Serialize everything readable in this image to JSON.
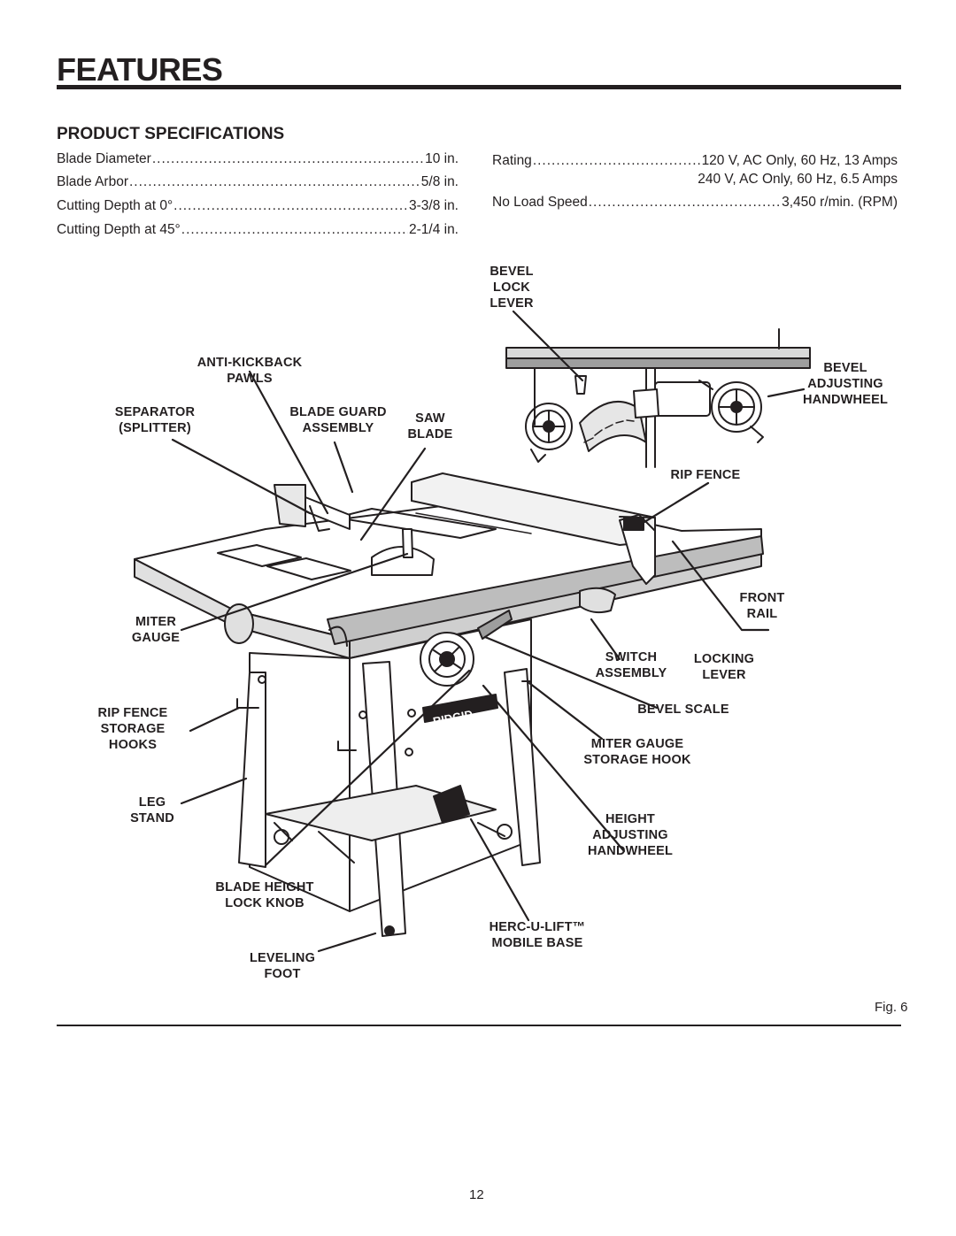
{
  "header": {
    "title": "FEATURES"
  },
  "specifications": {
    "heading": "PRODUCT SPECIFICATIONS",
    "left": [
      {
        "label": "Blade Diameter",
        "value": "10 in."
      },
      {
        "label": "Blade Arbor",
        "value": "5/8 in."
      },
      {
        "label": "Cutting Depth at 0°",
        "value": "3-3/8 in."
      },
      {
        "label": "Cutting Depth at 45°",
        "value": "2-1/4 in."
      }
    ],
    "right": [
      {
        "label": "Rating",
        "value": "120 V, AC Only, 60 Hz, 13 Amps",
        "extra": "240 V, AC Only, 60 Hz, 6.5 Amps"
      },
      {
        "label": "No Load Speed",
        "value": "3,450 r/min. (RPM)"
      }
    ]
  },
  "figure": {
    "label": "Fig. 6",
    "brand_logo": "RIDGID",
    "callouts": {
      "bevel_lock_lever": [
        "BEVEL",
        "LOCK",
        "LEVER"
      ],
      "anti_kickback_pawls": [
        "ANTI-KICKBACK",
        "PAWLS"
      ],
      "bevel_adjusting_handwheel": [
        "BEVEL",
        "ADJUSTING",
        "HANDWHEEL"
      ],
      "separator": [
        "SEPARATOR",
        "(SPLITTER)"
      ],
      "blade_guard_assembly": [
        "BLADE GUARD",
        "ASSEMBLY"
      ],
      "saw_blade": [
        "SAW",
        "BLADE"
      ],
      "rip_fence": [
        "RIP FENCE"
      ],
      "front_rail": [
        "FRONT",
        "RAIL"
      ],
      "miter_gauge": [
        "MITER",
        "GAUGE"
      ],
      "switch_assembly": [
        "SWITCH",
        "ASSEMBLY"
      ],
      "locking_lever": [
        "LOCKING",
        "LEVER"
      ],
      "rip_fence_storage_hooks": [
        "RIP FENCE",
        "STORAGE",
        "HOOKS"
      ],
      "bevel_scale": [
        "BEVEL SCALE"
      ],
      "miter_gauge_storage_hook": [
        "MITER GAUGE",
        "STORAGE HOOK"
      ],
      "leg_stand": [
        "LEG",
        "STAND"
      ],
      "height_adjusting_handwheel": [
        "HEIGHT",
        "ADJUSTING",
        "HANDWHEEL"
      ],
      "blade_height_lock_knob": [
        "BLADE HEIGHT",
        "LOCK KNOB"
      ],
      "herc_u_lift_mobile_base": [
        "HERC-U-LIFT™",
        "MOBILE BASE"
      ],
      "leveling_foot": [
        "LEVELING",
        "FOOT"
      ]
    }
  },
  "footer": {
    "page_number": "12"
  }
}
